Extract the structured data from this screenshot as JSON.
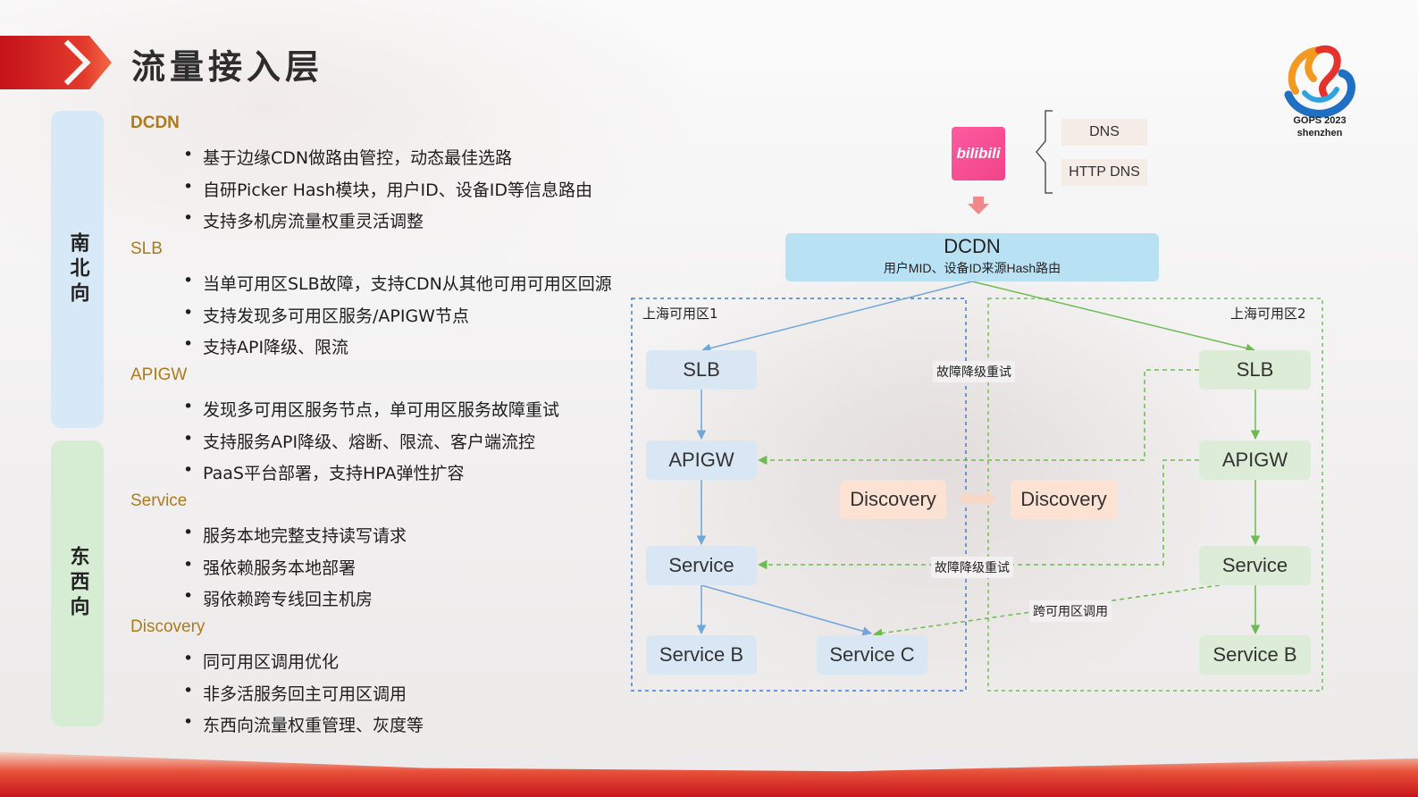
{
  "title": "流量接入层",
  "logo": {
    "line1": "GOPS 2023",
    "line2": "shenzhen"
  },
  "categories": {
    "north_south": "南北向",
    "east_west": "东西向"
  },
  "sections": [
    {
      "heading": "DCDN",
      "bullets": [
        "基于边缘CDN做路由管控，动态最佳选路",
        "自研Picker Hash模块，用户ID、设备ID等信息路由",
        "支持多机房流量权重灵活调整"
      ]
    },
    {
      "heading": "SLB",
      "bullets": [
        "当单可用区SLB故障，支持CDN从其他可用可用区回源",
        "支持发现多可用区服务/APIGW节点",
        "支持API降级、限流"
      ]
    },
    {
      "heading": "APIGW",
      "bullets": [
        "发现多可用区服务节点，单可用区服务故障重试",
        "支持服务API降级、熔断、限流、客户端流控",
        "PaaS平台部署，支持HPA弹性扩容"
      ]
    },
    {
      "heading": "Service",
      "bullets": [
        "服务本地完整支持读写请求",
        "强依赖服务本地部署",
        "弱依赖跨专线回主机房"
      ]
    },
    {
      "heading": "Discovery",
      "bullets": [
        "同可用区调用优化",
        "非多活服务回主可用区调用",
        "东西向流量权重管理、灰度等"
      ]
    }
  ],
  "diagram": {
    "client_logo": "bilibili",
    "dns": "DNS",
    "http_dns": "HTTP DNS",
    "dcdn_title": "DCDN",
    "dcdn_sub": "用户MID、设备ID来源Hash路由",
    "zone1": "上海可用区1",
    "zone2": "上海可用区2",
    "z1_slb": "SLB",
    "z1_apigw": "APIGW",
    "z1_service": "Service",
    "z1_service_b": "Service B",
    "z1_service_c": "Service C",
    "z2_slb": "SLB",
    "z2_apigw": "APIGW",
    "z2_service": "Service",
    "z2_service_b": "Service B",
    "discovery_left": "Discovery",
    "discovery_right": "Discovery",
    "fail_retry_top": "故障降级重试",
    "fail_retry_bottom": "故障降级重试",
    "cross_zone_call": "跨可用区调用",
    "colors": {
      "blue_line": "#6fa6dc",
      "green_line": "#6dbb52",
      "zone1_border": "#3a7fd0",
      "zone2_border": "#72c05a"
    }
  }
}
